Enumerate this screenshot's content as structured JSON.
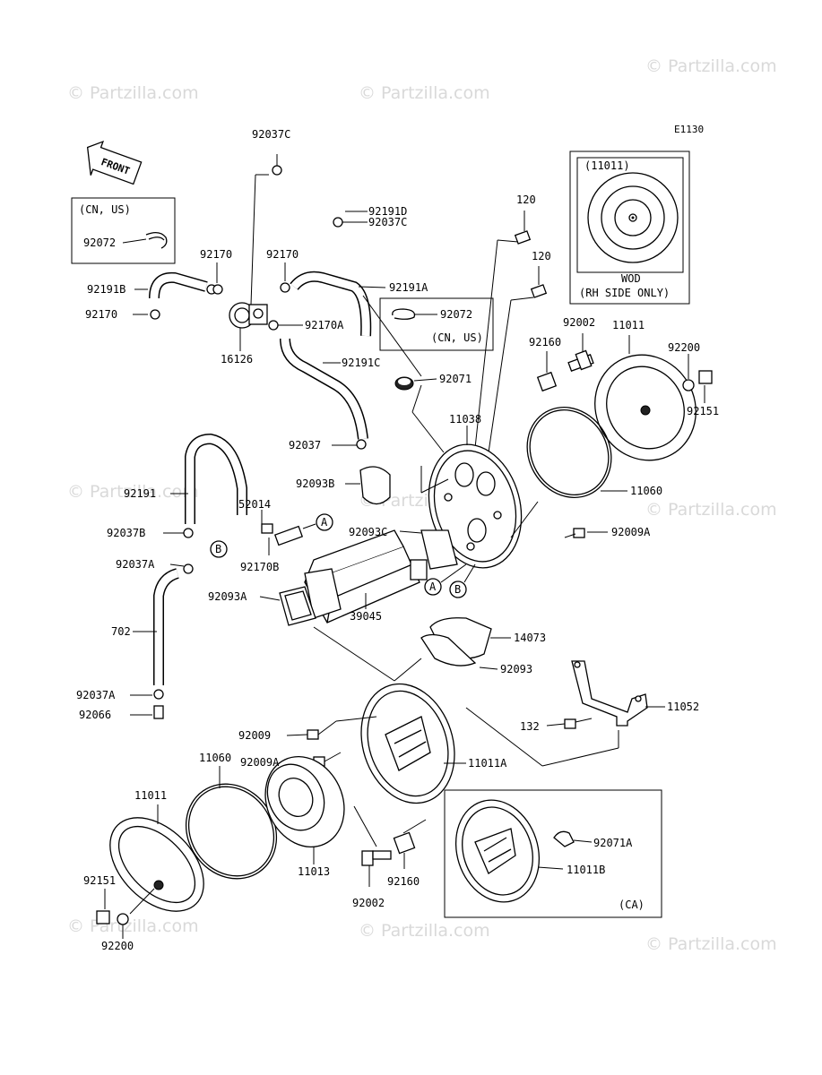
{
  "diagram_code": "E1130",
  "front_label": "FRONT",
  "watermark": "© Partzilla.com",
  "inset_wod": {
    "part": "(11011)",
    "note_line1": "WOD",
    "note_line2": "(RH SIDE ONLY)"
  },
  "inset_cn_us_left": {
    "title": "(CN, US)",
    "part": "92072"
  },
  "inset_cn_us_mid": {
    "part": "92072",
    "title": "(CN, US)"
  },
  "inset_ca": {
    "title": "(CA)",
    "part_a": "92071A",
    "part_b": "11011B"
  },
  "callouts": {
    "A": "A",
    "B": "B"
  },
  "labels": {
    "p92037C_top": "92037C",
    "p92191D": "92191D",
    "p92037C_2": "92037C",
    "p92170_a": "92170",
    "p92170_b": "92170",
    "p92191B": "92191B",
    "p92191A": "92191A",
    "p92170_c": "92170",
    "p92170A": "92170A",
    "p16126": "16126",
    "p92191C": "92191C",
    "p92071": "92071",
    "p92037": "92037",
    "p120_a": "120",
    "p120_b": "120",
    "p92002_top": "92002",
    "p11011_top": "11011",
    "p92200_top": "92200",
    "p92160_top": "92160",
    "p92151_top": "92151",
    "p11038": "11038",
    "p92093B": "92093B",
    "p92191": "92191",
    "p52014": "52014",
    "p11060_top": "11060",
    "p92037B": "92037B",
    "p92093C": "92093C",
    "p92009A_top": "92009A",
    "p92037A_top": "92037A",
    "p92170B": "92170B",
    "p92093A": "92093A",
    "p39045": "39045",
    "p702": "702",
    "p14073": "14073",
    "p92093": "92093",
    "p92037A_bot": "92037A",
    "p92066": "92066",
    "p11052": "11052",
    "p92009": "92009",
    "p92009A_bot": "92009A",
    "p132": "132",
    "p11011A": "11011A",
    "p11060_bot": "11060",
    "p11011_bot": "11011",
    "p11013": "11013",
    "p92002_bot": "92002",
    "p92160_bot": "92160",
    "p92151_bot": "92151",
    "p92200_bot": "92200"
  }
}
